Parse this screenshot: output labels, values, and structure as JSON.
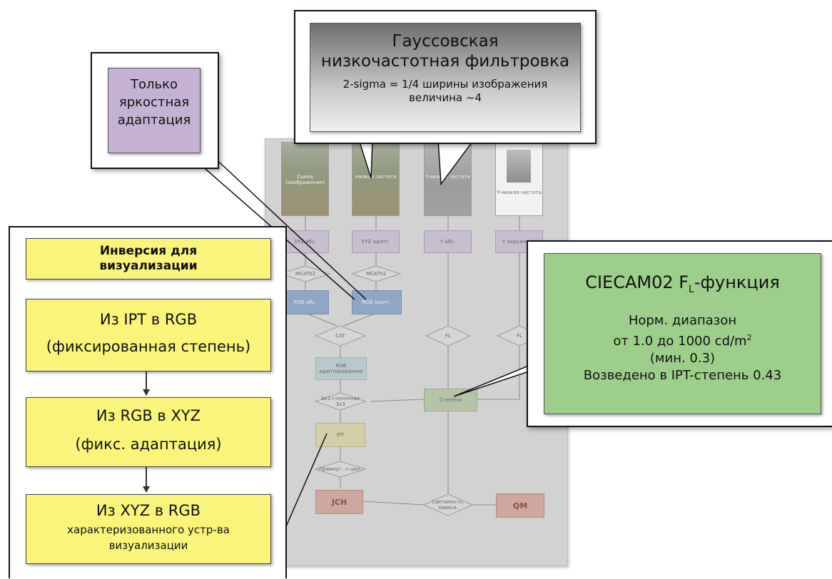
{
  "panel": {
    "thumbs": [
      {
        "label": "Сцена (изображение)"
      },
      {
        "label": "Низкая частота"
      },
      {
        "label": "Y-низкая частота"
      },
      {
        "label": "Y-низкая частота"
      }
    ],
    "nodes": {
      "xyz_abs": "XYZ абс.",
      "xyz_adapt": "XYZ адапт.",
      "y_abs": "Y абс.",
      "y_surround": "Y окружения",
      "mcat_1": "MCAT02",
      "mcat_2": "MCAT02",
      "rgb_1": "RGB абс.",
      "rgb_2": "RGB адапт.",
      "cat": "CAT",
      "fl_1": "FL",
      "fl_2": "FL",
      "rgb_adapted": "RGB адаптированное",
      "powers": "Степени",
      "power_3x3": "3x3 степенная 3x3",
      "ipt": "IPT",
      "rect_cyl": "Прямоуг. → цил.",
      "jch": "JCH",
      "brightness": "Светимость, зависи.",
      "qm": "QM"
    }
  },
  "callouts": {
    "gauss": {
      "title_line1": "Гауссовская",
      "title_line2": "низкочастотная фильтровка",
      "detail_line1": "2-sigma = 1/4 ширины изображения",
      "detail_line2": "величина ~4"
    },
    "brightness": {
      "line1": "Только",
      "line2": "яркостная",
      "line3": "адаптация"
    },
    "fl": {
      "title_main": "CIECAM02 F",
      "title_sub": "L",
      "title_rest": "-функция",
      "line1": "Норм. диапазон",
      "line2_main": "от 1.0 до 1000 cd/m",
      "line2_sup": "2",
      "line3": "(мин. 0.3)",
      "line4": "Возведено в IPT-степень 0.43"
    },
    "inversion": {
      "header_line1": "Инверсия для",
      "header_line2": "визуализации",
      "step1_line1": "Из IPT в RGB",
      "step1_line2": "(фиксированная степень)",
      "step2_line1": "Из RGB в XYZ",
      "step2_line2": "(фикс. адаптация)",
      "step3_line1": "Из XYZ в RGB",
      "step3_line2": "характеризованного устр-ва",
      "step3_line3": "визуализации"
    }
  },
  "colors": {
    "gauss_box": "#6e6e6e",
    "brightness_box": "#c4b1d3",
    "fl_box": "#9ccf8a",
    "inversion_box": "#fbf47b",
    "panel": "#d2d2d2"
  }
}
